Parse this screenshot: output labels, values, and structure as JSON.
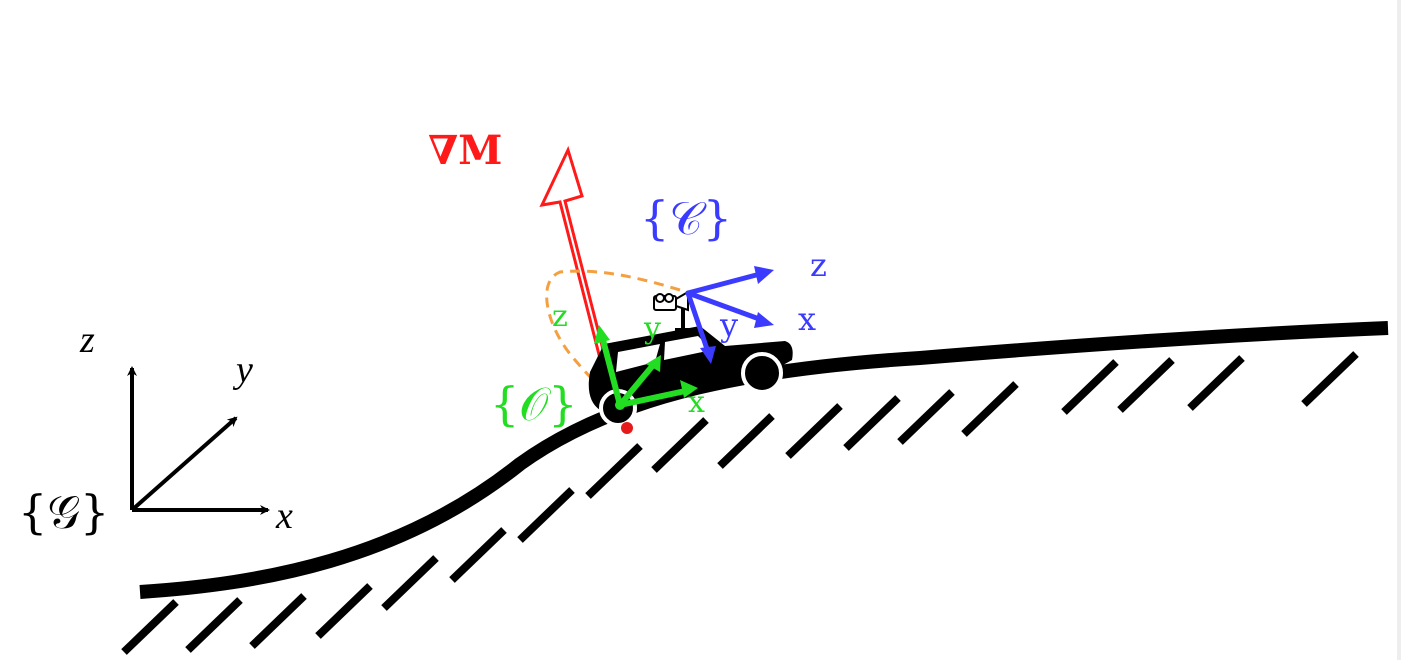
{
  "colors": {
    "ground": "#000000",
    "global_frame": "#000000",
    "vehicle_frame": "#22dd22",
    "camera_frame": "#3b3bff",
    "gradient": "#ff1a1a",
    "fov": "#f5a040",
    "contact_point": "#e51b1b"
  },
  "global_frame": {
    "name": "{𝒢}",
    "x_label": "x",
    "y_label": "y",
    "z_label": "z"
  },
  "vehicle_frame": {
    "name": "{𝒪}",
    "x_label": "x",
    "y_label": "y",
    "z_label": "z"
  },
  "camera_frame": {
    "name": "{𝒞}",
    "x_label": "x",
    "y_label": "y",
    "z_label": "z"
  },
  "gradient": {
    "label": "∇M"
  },
  "icons": [
    "car-icon",
    "camera-icon"
  ]
}
